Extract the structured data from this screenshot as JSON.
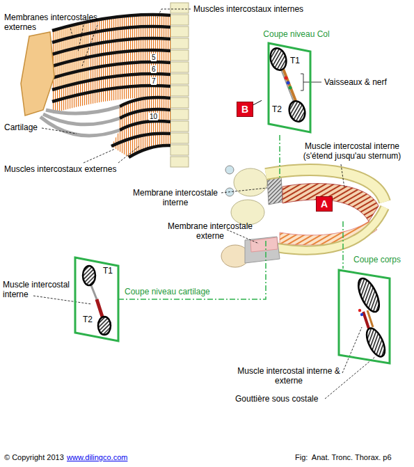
{
  "diagram": {
    "nodes": [
      {
        "text": [
          "Coupe niveau Col",
          "T1",
          "T2"
        ]
      },
      {
        "text": [
          "B"
        ]
      },
      {
        "text": [
          "A"
        ]
      },
      {
        "text": [
          "Coupe corps"
        ]
      },
      {
        "text": [
          "T1",
          "T2"
        ]
      }
    ],
    "edges": [
      {
        "from": 1,
        "to": 0,
        "arrow": "none"
      }
    ],
    "labels": [
      "Muscles intercostaux internes",
      "Membranes intercostales externes",
      "5",
      "6",
      "7",
      "10",
      "Cartilage",
      "Muscles intercostaux externes",
      "Vaisseaux & nerf",
      "Muscle intercostal interne (s'étend jusqu'au sternum)",
      "Membrane intercostale interne",
      "Membrane intercostale externe",
      "Coupe niveau cartilage",
      "Muscle intercostal interne",
      "Muscle intercostal interne & externe",
      "Gouttière sous costale",
      "© Copyright 2013",
      "www.dilingco.com",
      "Fig:  Anat. Tronc. Thorax. p6"
    ]
  }
}
